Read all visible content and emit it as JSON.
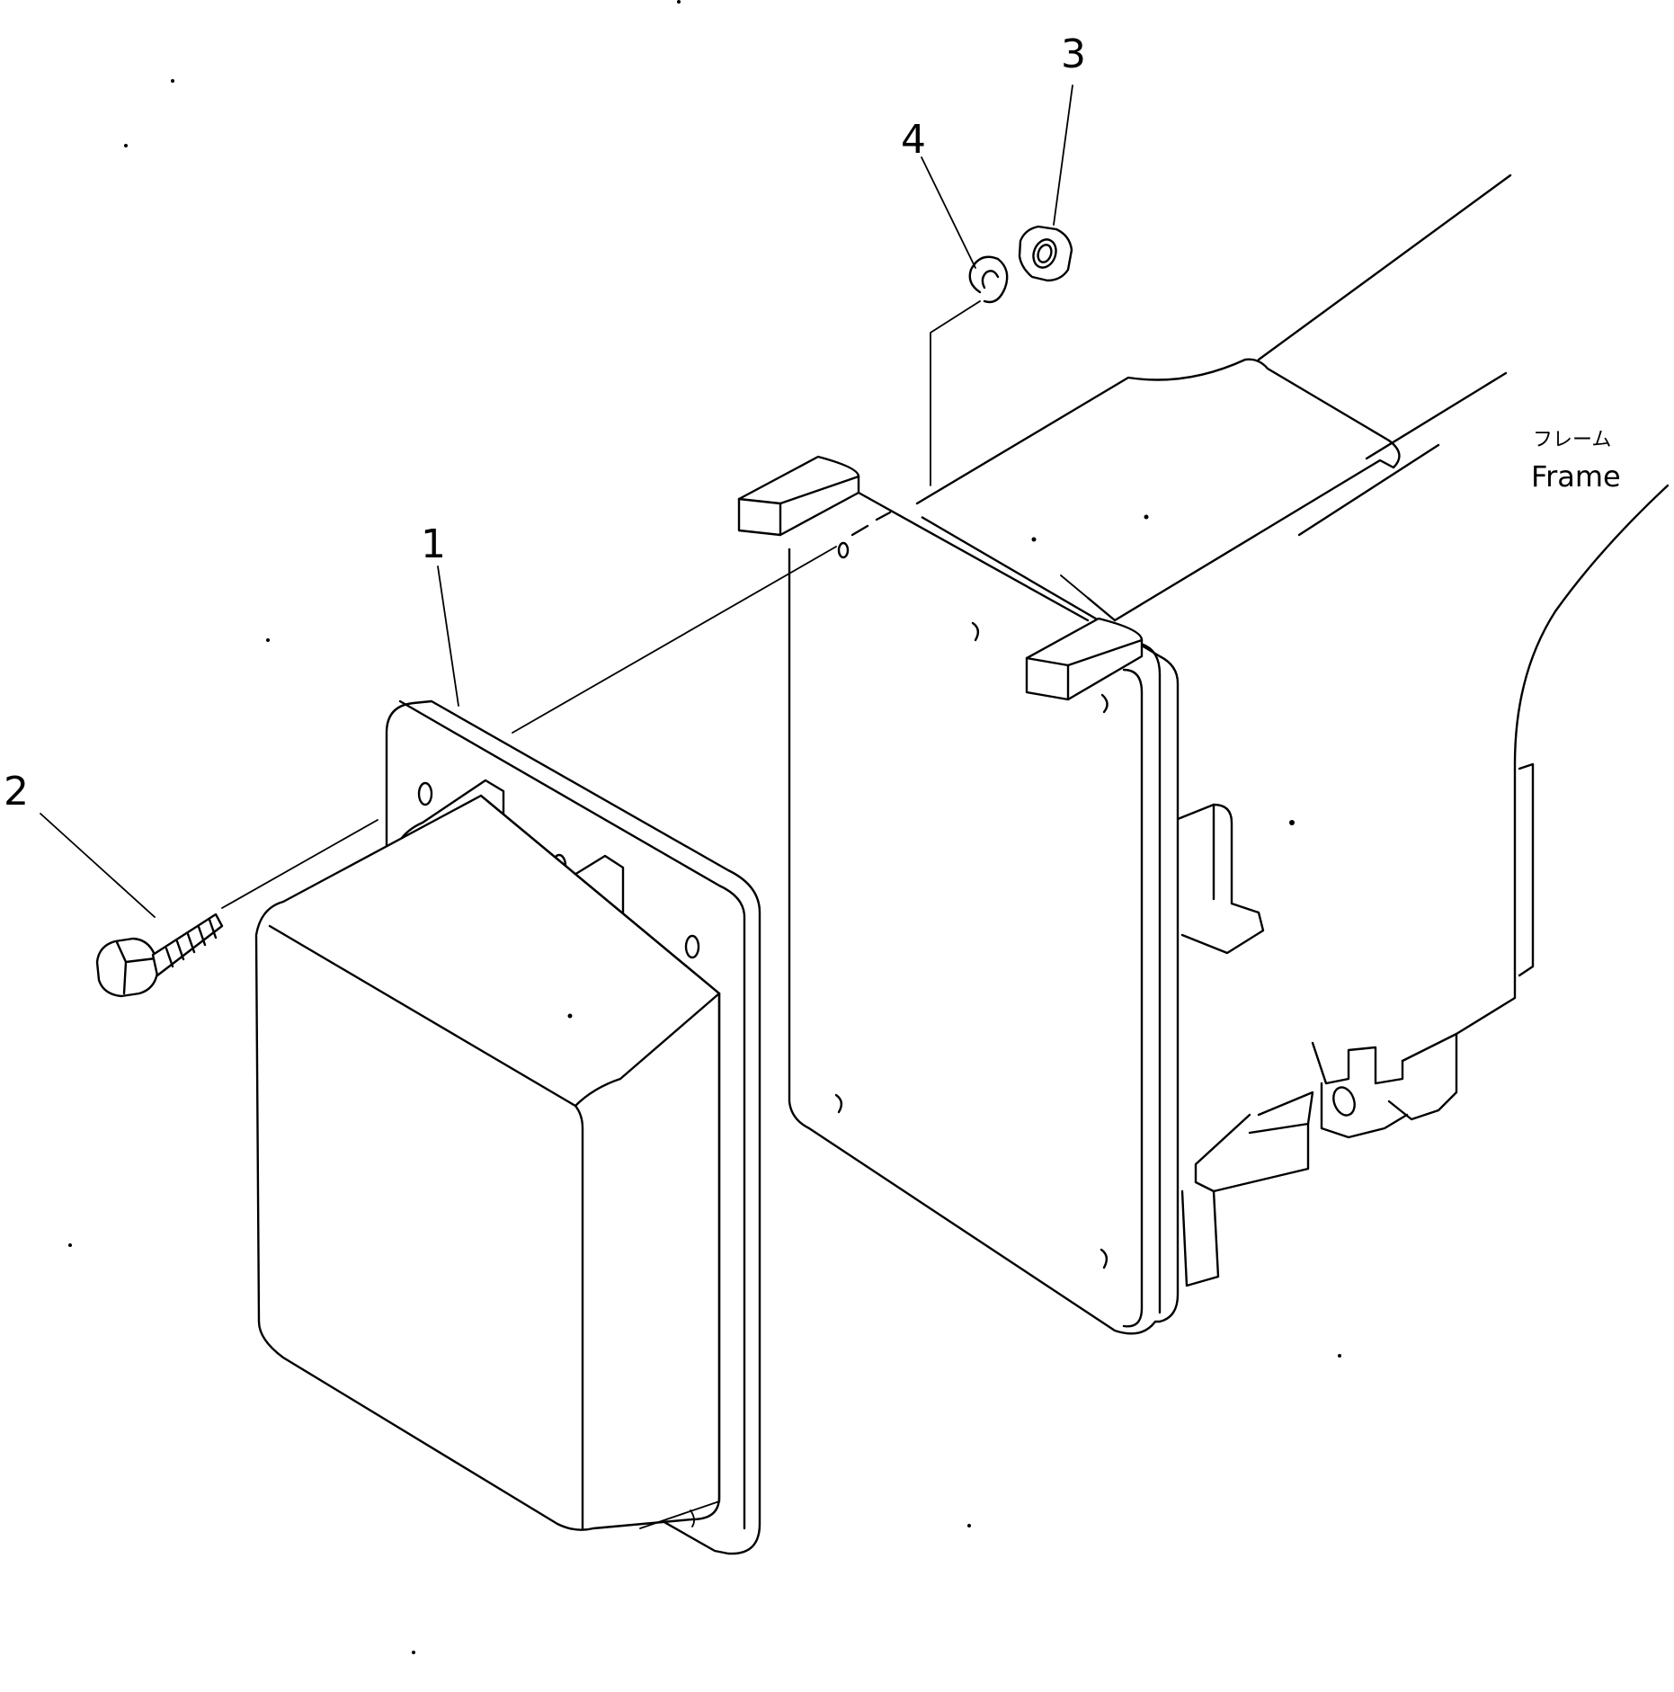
{
  "callouts": {
    "part1": "1",
    "part2": "2",
    "part3": "3",
    "part4": "4"
  },
  "frame_label": {
    "jp": "フレーム",
    "en": "Frame"
  },
  "colors": {
    "line": "#000000",
    "background": "#ffffff"
  }
}
